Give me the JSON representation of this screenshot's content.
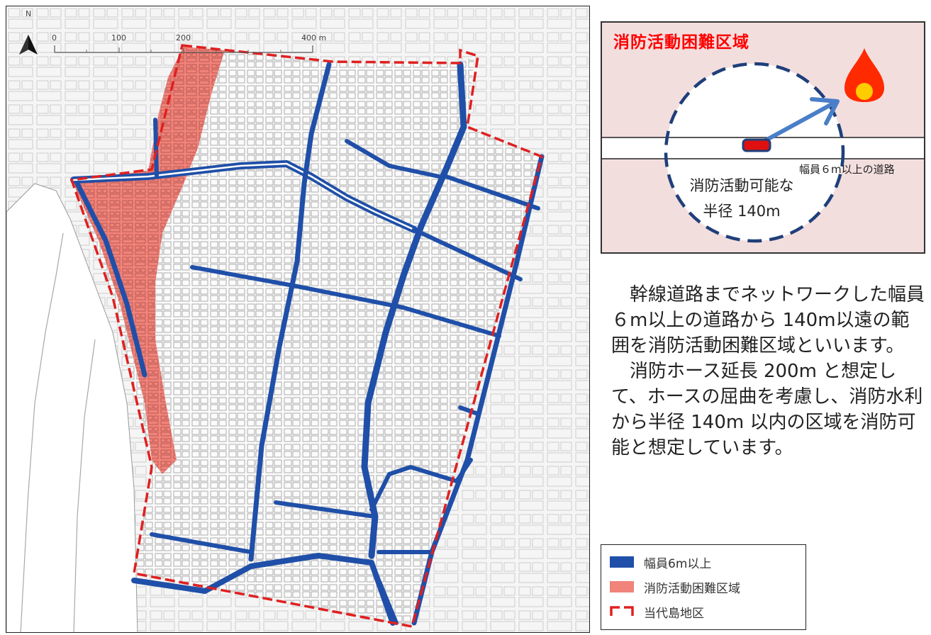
{
  "map": {
    "north_label": "N",
    "scale": {
      "ticks": [
        "0",
        "100",
        "200",
        "400 m"
      ]
    },
    "colors": {
      "road": "#1f4fa8",
      "difficult_area": "#f0837a",
      "district_boundary": "#e02020"
    }
  },
  "diagram": {
    "title": "消防活動困難区域",
    "road_label": "幅員６m以上の道路",
    "circle_label_line1": "消防活動可能な",
    "circle_label_line2": "半径 140m",
    "icons": [
      "fire-icon",
      "arrow-icon"
    ],
    "colors": {
      "title": "#ff0000",
      "panel_bg": "#f3dede",
      "circle_dash": "#1f3f7a",
      "arrow": "#4a7fc8",
      "fire_outer": "#ff2a00",
      "fire_inner": "#ffcc00",
      "hydrant": "#e01010"
    }
  },
  "description": {
    "paragraph1": "幹線道路までネットワークした幅員６m以上の道路から 140m以遠の範囲を消防活動困難区域といいます。",
    "paragraph2": "消防ホース延長 200m と想定して、ホースの屈曲を考慮し、消防水利から半径 140m 以内の区域を消防可能と想定しています。"
  },
  "legend": {
    "items": [
      {
        "label": "幅員6m以上",
        "color": "#1f4fa8"
      },
      {
        "label": "消防活動困難区域",
        "color": "#f0837a"
      },
      {
        "label": "当代島地区",
        "color": "#e02020"
      }
    ]
  }
}
